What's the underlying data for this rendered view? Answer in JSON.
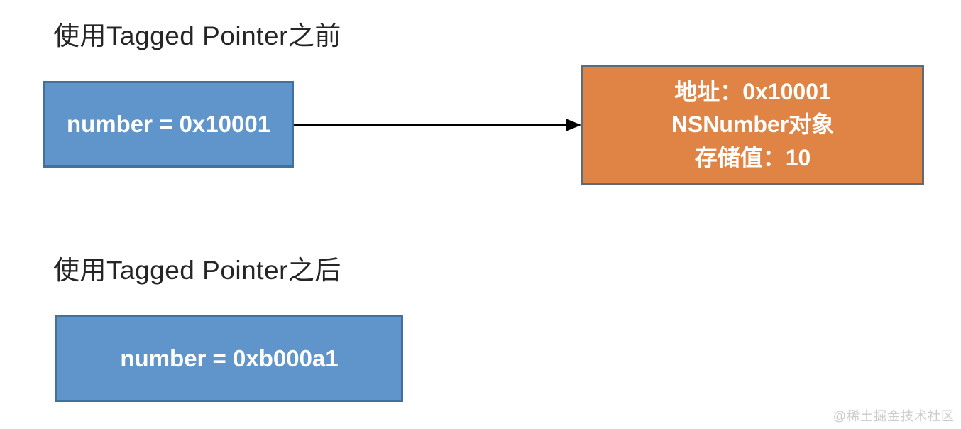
{
  "colors": {
    "background": "#ffffff",
    "title_text": "#252525",
    "pointer_box_fill": "#5f95cb",
    "pointer_box_border": "#41719c",
    "object_box_fill": "#e08445",
    "object_box_border": "#5c6b7c",
    "box_text": "#ffffff",
    "arrow": "#000000",
    "watermark_text": "#cbcbcb"
  },
  "diagram": {
    "before": {
      "title": "使用Tagged Pointer之前",
      "pointer_box": {
        "label": "number = 0x10001"
      },
      "object_box": {
        "lines": [
          "地址：0x10001",
          "NSNumber对象",
          "存储值：10"
        ]
      }
    },
    "after": {
      "title": "使用Tagged Pointer之后",
      "pointer_box": {
        "label": "number = 0xb000a1"
      }
    }
  },
  "watermark": "@稀土掘金技术社区"
}
